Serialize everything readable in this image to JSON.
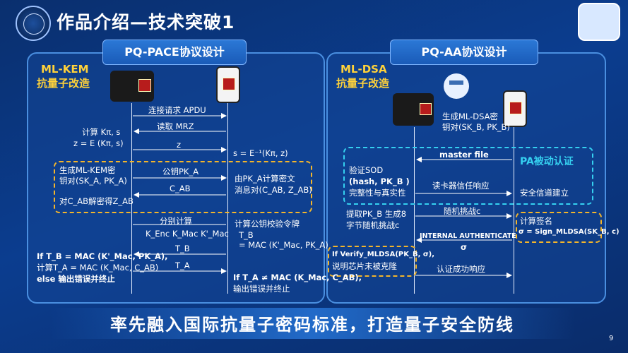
{
  "header": {
    "title": "作品介绍—技术突破1"
  },
  "left": {
    "panel_title": "PQ-PACE协议设计",
    "subtitle_line1": "ML-KEM",
    "subtitle_line2": "抗量子改造",
    "m1": "连接请求 APDU",
    "m2": "读取 MRZ",
    "l_compute_1": "计算 Kπ, s",
    "l_compute_2": "z = E (Kπ, s)",
    "m3": "z",
    "r_s": "s = E⁻¹(Kπ, z)",
    "l_gen_1": "生成ML-KEM密",
    "l_gen_2": "钥对(SK_A, PK_A)",
    "m4": "公钥PK_A",
    "r_enc_1": "由PK_A计算密文",
    "r_enc_2": "消息对(C_AB, Z_AB)",
    "m5": "C_AB",
    "l_dec": "对C_AB解密得Z_AB",
    "m6": "分别计算",
    "m6b": "K_Enc  K_Mac  K'_Mac",
    "r_tok_1": "计算公钥校验令牌",
    "r_tok_2": "T_B",
    "r_tok_3": "= MAC (K'_Mac, PK_A)",
    "m7": "T_B",
    "l_if_1": "If T_B = MAC (K'_Mac, PK_A),",
    "l_if_2": "计算T_A = MAC (K_Mac, C_AB)",
    "l_if_3": "else 输出错误并终止",
    "m8": "T_A",
    "r_if_1": "If T_A ≠ MAC (K_Mac, C_AB),",
    "r_if_2": "输出错误并终止"
  },
  "right": {
    "panel_title": "PQ-AA协议设计",
    "subtitle_line1": "ML-DSA",
    "subtitle_line2": "抗量子改造",
    "gen_1": "生成ML-DSA密",
    "gen_2": "钥对(SK_B, PK_B)",
    "pa_label": "PA被动认证",
    "m1": "master file",
    "l_sod_1": "验证SOD",
    "l_sod_2": "(hash, PK_B )",
    "l_sod_3": "完整性与真实性",
    "m2": "读卡器信任响应",
    "r_chan": "安全信道建立",
    "l_ext_1": "提取PK_B 生成8",
    "l_ext_2": "字节随机挑战c",
    "m3": "随机挑战c",
    "r_sig_1": "计算签名",
    "r_sig_2": "σ = Sign_MLDSA(SK_B, c)",
    "m4": "INTERNAL AUTHENTICATE",
    "m4b": "σ",
    "l_ver_1": "If Verify_MLDSA(PK_B, σ),",
    "l_ver_2": "说明芯片未被克隆",
    "m5": "认证成功响应"
  },
  "footer": {
    "slogan": "率先融入国际抗量子密码标准，打造量子安全防线",
    "page": "9"
  },
  "colors": {
    "accent_yellow": "#ffd23a",
    "accent_cyan": "#35d0f0",
    "panel_border": "#4a8fe0"
  }
}
